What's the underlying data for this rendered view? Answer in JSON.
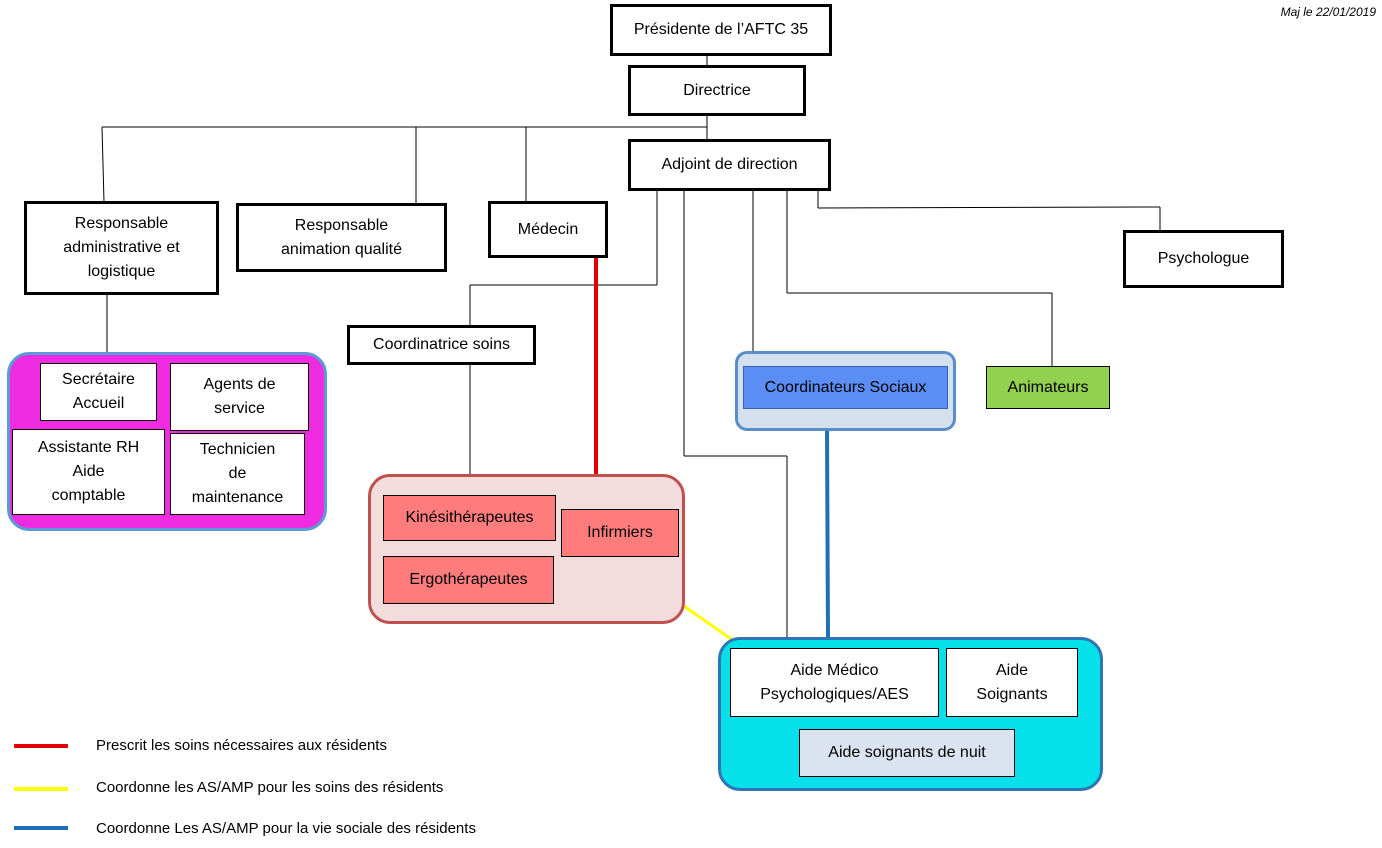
{
  "update_date": "Maj le 22/01/2019",
  "nodes": {
    "presidente": "Présidente de l’AFTC 35",
    "directrice": "Directrice",
    "adjoint": "Adjoint de direction",
    "resp_admin": "Responsable\nadministrative et\nlogistique",
    "resp_animation": "Responsable\nanimation qualité",
    "medecin": "Médecin",
    "psychologue": "Psychologue",
    "coordinatrice": "Coordinatrice soins",
    "secretaire": "Secrétaire\nAccueil",
    "agents": "Agents de\nservice",
    "assistante": "Assistante RH\nAide\ncomptable",
    "technicien": "Technicien\nde\nmaintenance",
    "coordinateurs_sociaux": "Coordinateurs Sociaux",
    "animateurs": "Animateurs",
    "kine": "Kinésithérapeutes",
    "ergo": "Ergothérapeutes",
    "infirmiers": "Infirmiers",
    "amp": "Aide Médico\nPsychologiques/AES",
    "aide_soignants": "Aide\nSoignants",
    "aide_nuit": "Aide soignants de nuit"
  },
  "legend": [
    {
      "color": "#e50000",
      "text": "Prescrit les soins nécessaires aux résidents"
    },
    {
      "color": "#ffff00",
      "text": "Coordonne les AS/AMP pour les soins des résidents"
    },
    {
      "color": "#1f6fb4",
      "text": "Coordonne Les AS/AMP pour la vie sociale des résidents"
    }
  ],
  "colors": {
    "admin_group": "#ee2be0",
    "care_group": "#f2dcdc",
    "care_item": "#ff7c7c",
    "social_group": "#d5e0ef",
    "social_item": "#5b8ef5",
    "animateurs": "#92d050",
    "aides_group": "#05e0ea",
    "aide_nuit": "#dae3ef"
  }
}
